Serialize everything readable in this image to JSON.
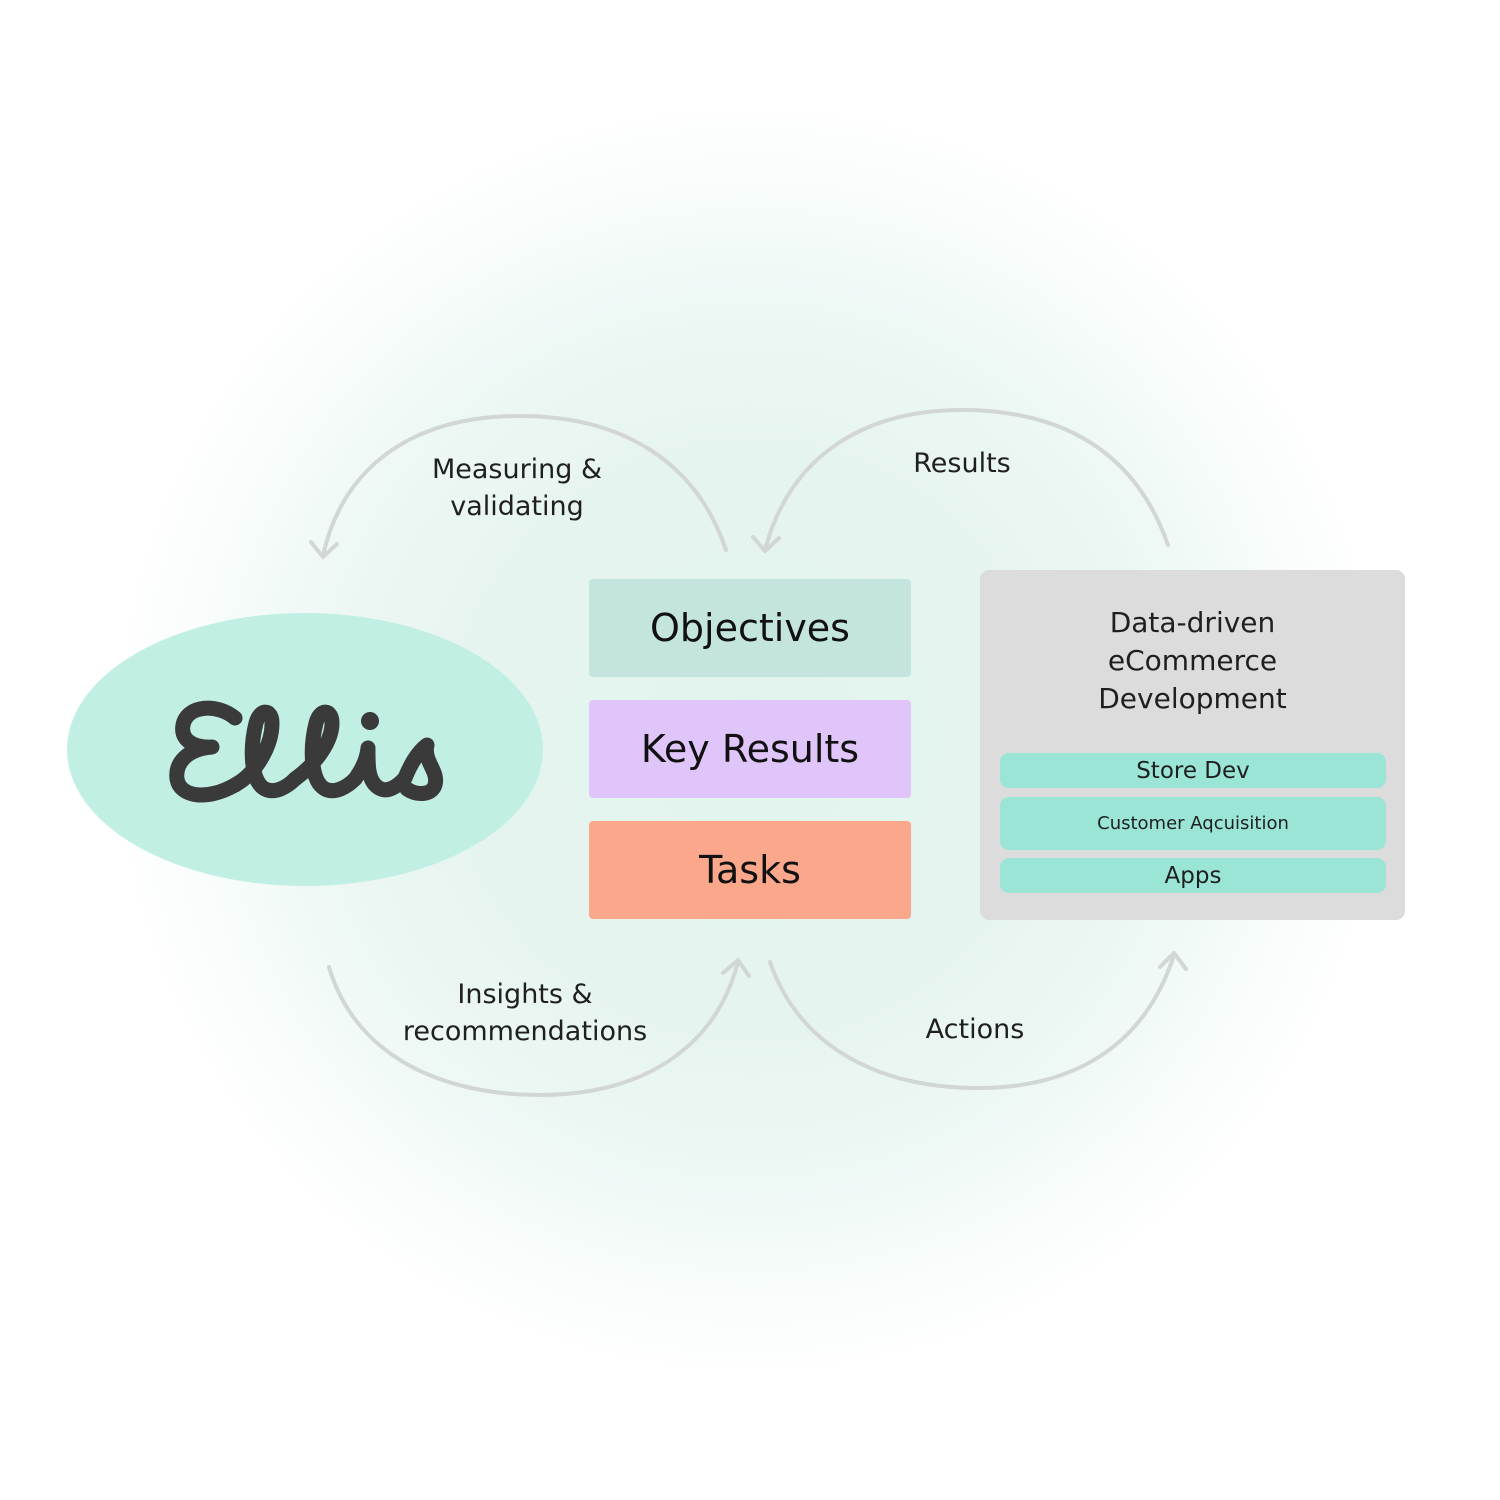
{
  "brand": {
    "logo_text": "Ellis",
    "blob_color": "#c2efe4",
    "logo_color": "#3a3a3a"
  },
  "okr": {
    "objectives": "Objectives",
    "key_results": "Key Results",
    "tasks": "Tasks",
    "colors": {
      "objectives": "#c3e5de",
      "key_results": "#e0c5fa",
      "tasks": "#fba78b"
    }
  },
  "development": {
    "title_lines": [
      "Data-driven",
      "eCommerce",
      "Development"
    ],
    "items": [
      "Store Dev",
      "Customer Aqcuisition",
      "Apps"
    ],
    "panel_color": "#dcdcdc",
    "item_color": "#9ae5d6"
  },
  "flows": {
    "measuring": [
      "Measuring &",
      "validating"
    ],
    "results": "Results",
    "insights": [
      "Insights &",
      "recommendations"
    ],
    "actions": "Actions",
    "arrow_color": "#d2d6d5"
  }
}
